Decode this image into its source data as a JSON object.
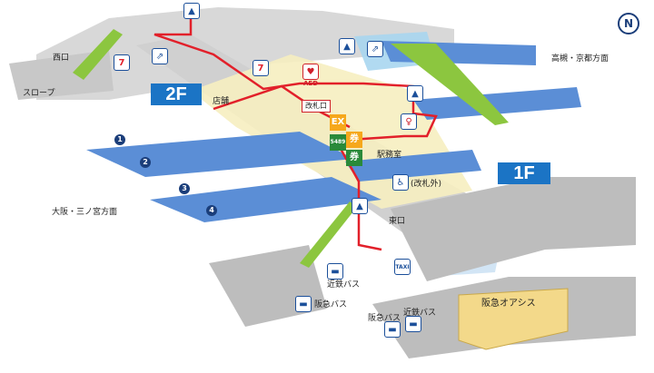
{
  "floors": {
    "upper": "2F",
    "lower": "1F"
  },
  "labels": {
    "west_exit": "西口",
    "slope": "スロープ",
    "shops": "店舗",
    "ticket_gate": "改札口",
    "station_office": "駅務室",
    "outside_gate": "(改札外)",
    "east_exit": "東口",
    "direction_east": "高槻・京都方面",
    "direction_west": "大阪・三ノ宮方面",
    "kintetsu_bus_1": "近鉄バス",
    "hankyu_bus_1": "阪急バス",
    "hankyu_bus_2": "阪急バス",
    "kintetsu_bus_2": "近鉄バス",
    "hankyu_oasis": "阪急オアシス",
    "aed": "AED",
    "taxi": "TAXI",
    "ex": "EX",
    "ticket_char": "券",
    "kippu_number": "5489"
  },
  "tracks": [
    "1",
    "2",
    "3",
    "4"
  ],
  "compass": "N",
  "colors": {
    "floor_badge": "#1b74c5",
    "platform": "#5b8ed6",
    "route": "#e2202a",
    "gate_area": "#f6eec0",
    "escalator": "#8cc63f"
  },
  "icons": [
    "elevator-icon",
    "escalator-icon",
    "aed-icon",
    "restroom-icon",
    "accessible-icon",
    "bus-icon",
    "taxi-icon",
    "seven-eleven-icon",
    "ticket-machine-icon"
  ]
}
